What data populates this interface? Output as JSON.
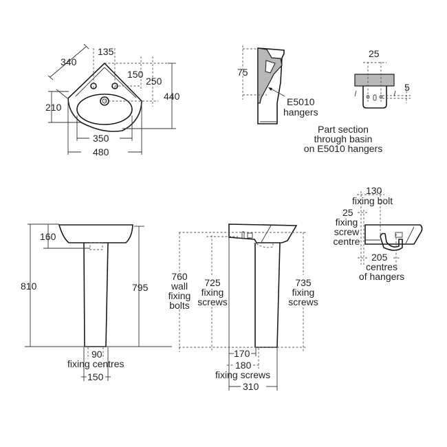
{
  "corner_basin_plan": {
    "dim_diag": "340",
    "dim_tap_offset": "135",
    "dim_tap_depth": "150",
    "dim_waste_depth": "250",
    "dim_depth_total": "440",
    "dim_front": "210",
    "dim_bowl_width": "350",
    "dim_overall_width": "480"
  },
  "hanger_section": {
    "dim_height": "75",
    "callout_line1": "E5010",
    "callout_line2": "hangers",
    "caption_line1": "Part section",
    "caption_line2": "through basin",
    "caption_line3": "on E5010 hangers"
  },
  "hanger_detail": {
    "dim_spacing": "25",
    "dim_offset": "5"
  },
  "pedestal_front": {
    "dim_basin_height": "160",
    "dim_total_height": "810",
    "dim_rim_height": "795",
    "dim_fixing_centres": "90",
    "fixing_label": "fixing centres",
    "dim_base_width": "150"
  },
  "pedestal_side": {
    "dim_wall_bolts": "760",
    "wall_bolts_label_1": "wall",
    "wall_bolts_label_2": "fixing",
    "wall_bolts_label_3": "bolts",
    "dim_screws_left": "725",
    "screws_left_label_1": "fixing",
    "screws_left_label_2": "screws",
    "dim_screws_right": "735",
    "screws_right_label_1": "fixing",
    "screws_right_label_2": "screws",
    "dim_170": "170",
    "dim_180": "180",
    "dim_180_label": "fixing screws",
    "dim_310": "310"
  },
  "wall_fixing_detail": {
    "dim_bolt": "130",
    "bolt_label": "fixing bolt",
    "dim_screw": "25",
    "screw_label_1": "fixing",
    "screw_label_2": "screw",
    "screw_label_3": "centre",
    "dim_hangers": "205",
    "hangers_label_1": "centres",
    "hangers_label_2": "of hangers"
  }
}
